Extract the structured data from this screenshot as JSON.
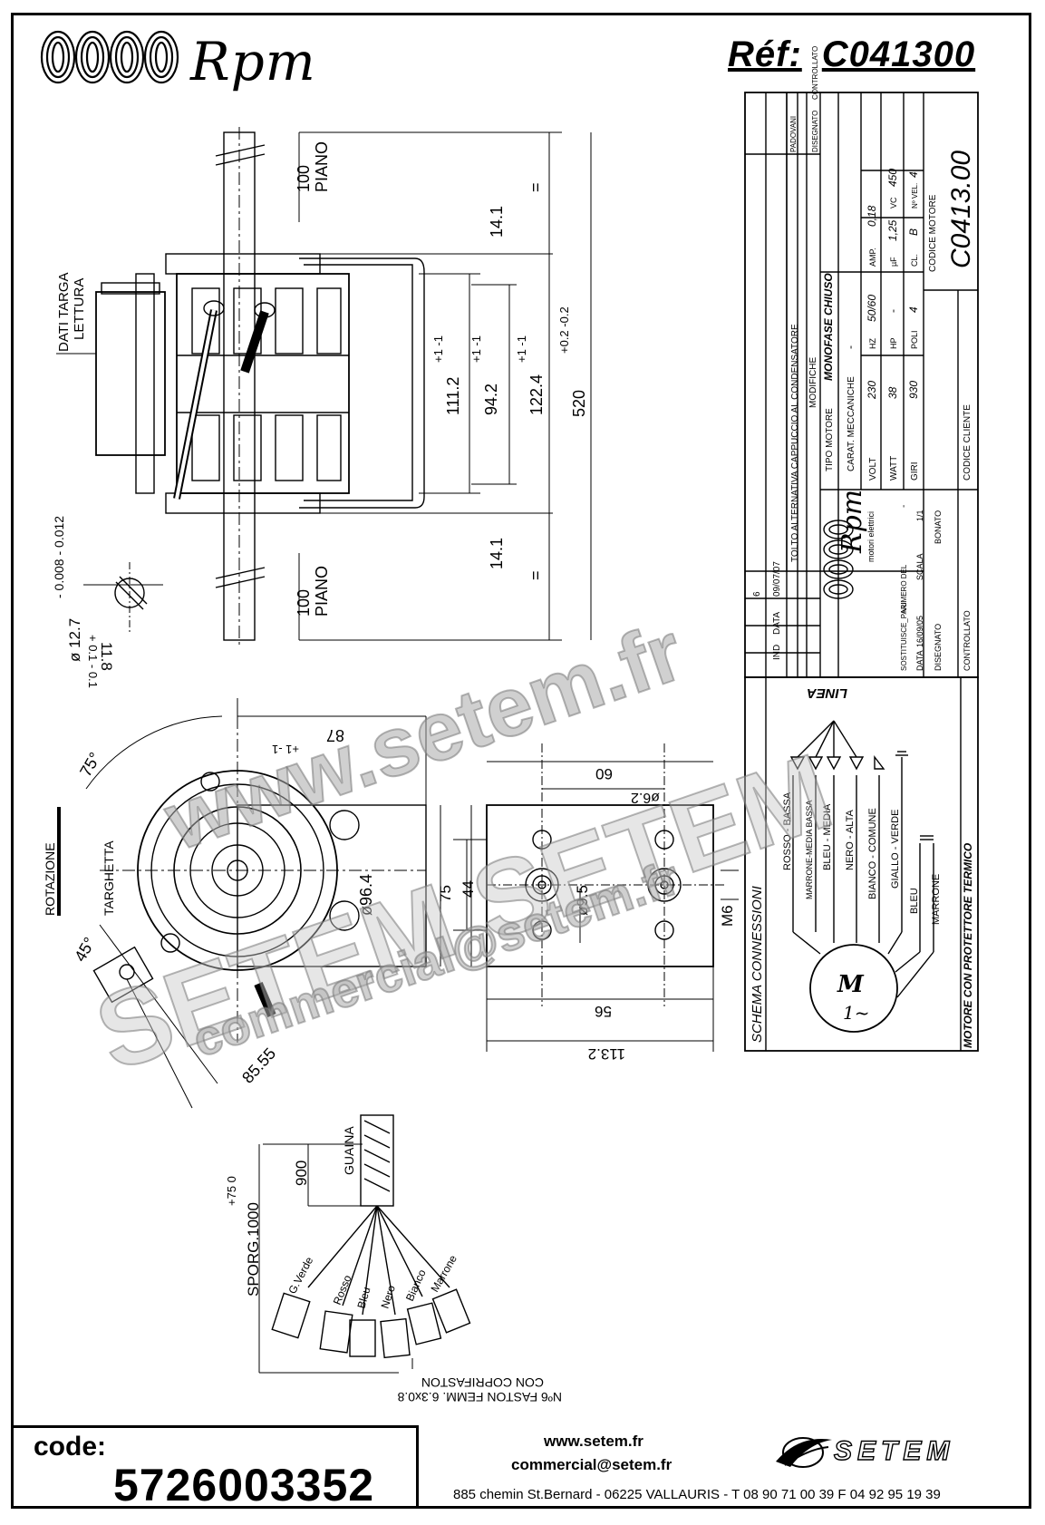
{
  "header": {
    "brand": "Rpm",
    "ref_label": "Réf:",
    "ref_value": "C041300"
  },
  "title_block": {
    "revisions": [
      {
        "index": "6",
        "date": "09/07/07",
        "text": "TOLTO ALTERNATIVA CAPPUCCIO AL CONDENSATORE"
      }
    ],
    "ind": "IND",
    "data": "DATA",
    "modifiche": "MODIFICHE",
    "disegnato": "DISEGNATO",
    "controllato": "CONTROLLATO",
    "padovani": "PADOVANI",
    "tipo_motore_label": "TIPO MOTORE",
    "tipo_motore_value": "MONOFASE CHIUSO",
    "carat_mecc_label": "CARAT. MECCANICHE",
    "carat_mecc_value": "-",
    "volt_label": "VOLT",
    "volt_value": "230",
    "hz_label": "HZ",
    "hz_value": "50/60",
    "amp_label": "AMP.",
    "amp_value": "0,18",
    "watt_label": "WATT",
    "watt_value": "38",
    "hp_label": "HP",
    "hp_value": "-",
    "uf_label": "µF",
    "uf_value": "1,25",
    "vc_label": "VC",
    "vc_value": "450",
    "giri_label": "GIRI",
    "giri_value": "930",
    "poli_label": "POLI",
    "poli_value": "4",
    "cl_label": "CL.",
    "cl_value": "B",
    "nvel_label": "Nº VEL.",
    "nvel_value": "4",
    "codice_motore_label": "CODICE MOTORE",
    "codice_motore_value": "C0413.00",
    "codice_cliente_label": "CODICE CLIENTE",
    "company": "Rpm",
    "company_sub": "motori elettrici",
    "sostituisce_label": "SOSTITUISCE_PARI",
    "numero_del_label": "NUMERO DEL",
    "numero_del_value": "-",
    "data_label": "DATA",
    "data_value": "16/09/05",
    "scala_label": "SCALA",
    "scala_value": "1/1",
    "disegnato_label": "DISEGNATO",
    "disegnato_value": "BONATO",
    "controllato_label": "CONTROLLATO"
  },
  "connections": {
    "title": "SCHEMA CONNESSIONI",
    "linea": "LINEA",
    "wires": [
      "ROSSO - BASSA",
      "MARRONE-MEDIA BASSA",
      "BLEU - MEDIA",
      "NERO - ALTA",
      "BIANCO - COMUNE",
      "GIALLO - VERDE",
      "BLEU",
      "MARRONE"
    ],
    "motor_symbol": "M",
    "motor_phase": "1~",
    "footer": "MOTORE CON PROTETTORE TERMICO"
  },
  "dimensions": {
    "piano_top": "100",
    "piano_label": "PIANO",
    "piano_bottom": "100",
    "d_14_1_top": "14.1",
    "d_14_1_bottom": "14.1",
    "d_111_2": "111.2",
    "d_111_2_tol": "+1 -1",
    "d_94_2": "94.2",
    "d_94_2_tol": "+1 -1",
    "d_122_4": "122.4",
    "d_122_4_tol": "+1 -1",
    "d_520": "520",
    "d_520_tol": "+0.2 -0.2",
    "eq": "=",
    "dati_targa": "DATI TARGA",
    "lettura": "LETTURA",
    "shaft_dia": "ø 12.7",
    "shaft_tol": "- 0.008 - 0.012",
    "shaft_flat": "11.8",
    "shaft_flat_tol": "+ 0.1 - 0.1",
    "d_87": "87",
    "d_87_tol": "+1 -1",
    "angle_75": "75°",
    "angle_45": "45°",
    "rotazione": "ROTAZIONE",
    "targhetta": "TARGHETTA",
    "d_96_4": "ø96.4",
    "d_85_55": "85.55",
    "d_60": "60",
    "d_6_2": "ø6.2",
    "d_9_5": "ø9.5",
    "d_75": "75",
    "d_44": "44",
    "m6": "M6",
    "d_56": "56",
    "d_113_2": "113.2",
    "guaina": "GUAINA",
    "d_900": "900",
    "sporg": "SPORG.1000",
    "sporg_tol": "+75 0",
    "wire_names": [
      "G.Verde",
      "Rosso",
      "Bleu",
      "Nero",
      "Bianco",
      "Marrone"
    ],
    "faston_1": "Nº6 FASTON FEMM. 6.3x0.8",
    "faston_2": "CON COPRIFASTON"
  },
  "watermark": {
    "line1": "www.setem.fr",
    "line2": "SETEM SETEM",
    "line3": "commercial@setem.fr"
  },
  "footer": {
    "code_label": "code:",
    "code_value": "5726003352",
    "web": "www.setem.fr",
    "email": "commercial@setem.fr",
    "address": "885 chemin St.Bernard  -  06225 VALLAURIS  -  T 08 90 71 00 39  F 04 92 95 19 39",
    "setem": "SETEM"
  }
}
